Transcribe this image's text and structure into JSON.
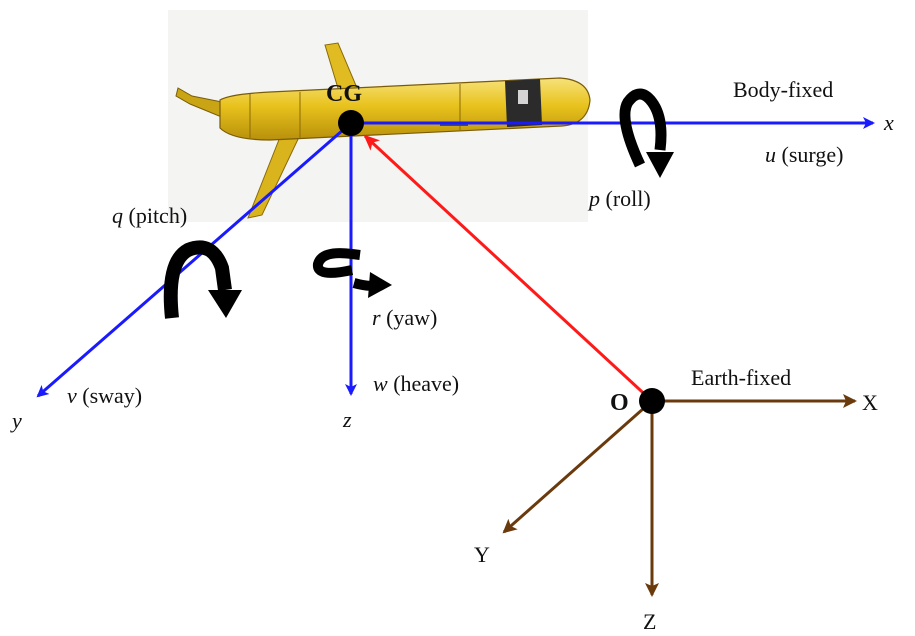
{
  "colors": {
    "body_axes": "#1a1aff",
    "earth_axes": "#6b3a0c",
    "position_vector": "#ff1a1a",
    "rotation_arrows": "#000000",
    "glider_body": "#e8c21c"
  },
  "body_frame": {
    "title": "Body-fixed",
    "origin_label": "CG",
    "x_axis": "x",
    "y_axis": "y",
    "z_axis": "z",
    "surge": {
      "symbol": "u",
      "name": " (surge)"
    },
    "sway": {
      "symbol": "v",
      "name": " (sway)"
    },
    "heave": {
      "symbol": "w",
      "name": " (heave)"
    },
    "roll": {
      "symbol": "p",
      "name": " (roll)"
    },
    "pitch": {
      "symbol": "q",
      "name": " (pitch)"
    },
    "yaw": {
      "symbol": "r",
      "name": " (yaw)"
    }
  },
  "earth_frame": {
    "title": "Earth-fixed",
    "origin_label": "O",
    "x_axis": "X",
    "y_axis": "Y",
    "z_axis": "Z"
  }
}
